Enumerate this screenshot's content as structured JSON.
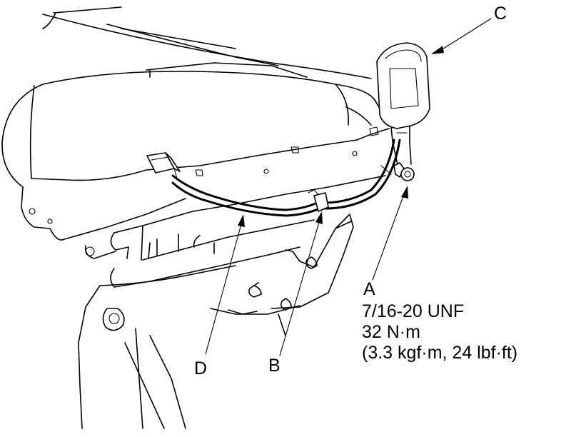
{
  "callouts": {
    "a": "A",
    "b": "B",
    "c": "C",
    "d": "D"
  },
  "spec": {
    "thread": "7/16-20 UNF",
    "torque_nm": "32 N·m",
    "torque_alt": "(3.3 kgf·m, 24 lbf·ft)"
  },
  "icons": {
    "seat_frame": "seat-frame-drawing",
    "buckle": "seat-belt-buckle",
    "bolt": "mounting-bolt",
    "harness": "wire-harness",
    "clip": "harness-clip",
    "connector": "harness-connector"
  }
}
